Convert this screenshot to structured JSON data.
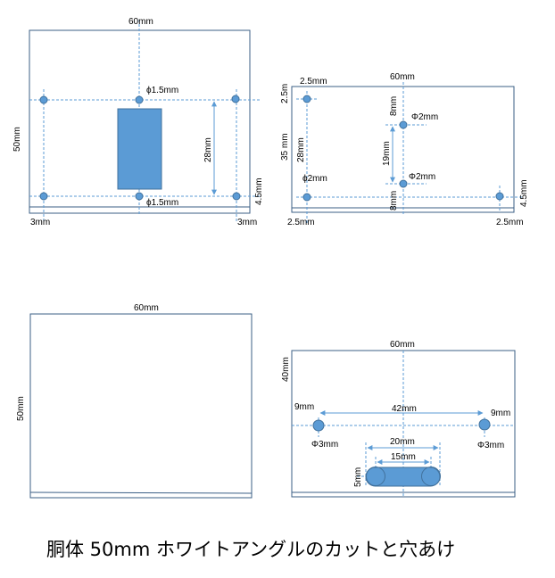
{
  "caption": "胴体 50mm ホワイトアングルのカットと穴あけ",
  "panel_a": {
    "width": "60mm",
    "height": "50mm",
    "hole_top": "ϕ1.5mm",
    "hole_bottom": "ϕ1.5mm",
    "vertical": "28mm",
    "right_edge": "4.5mm",
    "left_offset": "3mm",
    "right_offset": "3mm"
  },
  "panel_b": {
    "width": "60mm",
    "top_offset": "2.5mm",
    "left_top": "2.5m",
    "left_height": "35 mm",
    "left_inner": "28mm",
    "hole_left": "ϕ2mm",
    "center_top": "8mm",
    "hole_upper": "Φ2mm",
    "spacing": "19mm",
    "hole_lower": "Φ2mm",
    "center_bottom": "8mm",
    "right_edge": "4.5mm",
    "left_offset": "2.5mm",
    "right_offset": "2.5mm"
  },
  "panel_c": {
    "width": "60mm",
    "height": "50mm"
  },
  "panel_d": {
    "width": "60mm",
    "height": "40mm",
    "left_offset": "9mm",
    "span": "42mm",
    "right_offset": "9mm",
    "hole_left": "Φ3mm",
    "hole_right": "Φ3mm",
    "slot_outer": "20mm",
    "slot_inner": "15mm",
    "slot_height": "5mm"
  }
}
